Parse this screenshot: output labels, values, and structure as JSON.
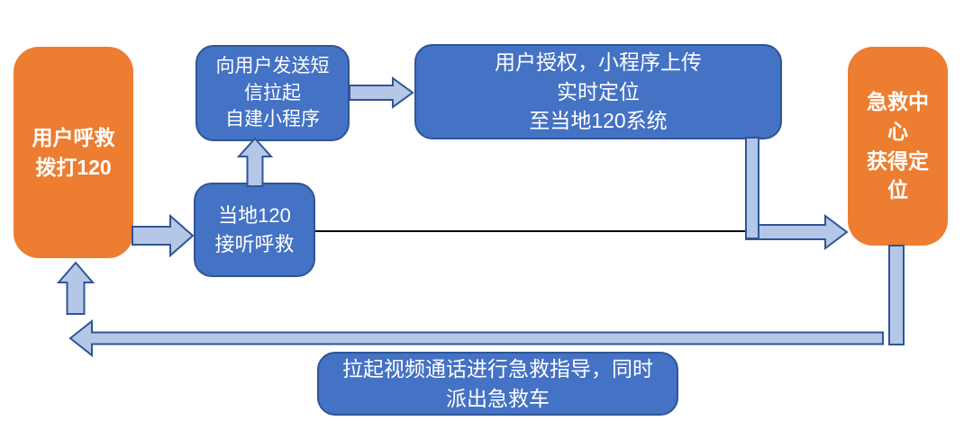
{
  "colors": {
    "node_orange": "#ED7D31",
    "node_blue": "#4472C4",
    "node_blue_border": "#2F5597",
    "arrow_fill": "#B4C7E7",
    "arrow_border": "#2F5597",
    "connector_line": "#000000",
    "text": "#FFFFFF"
  },
  "nodes": {
    "user_call": {
      "label": "用户呼救\n拨打120"
    },
    "send_sms": {
      "label": "向用户发送短\n信拉起\n自建小程序"
    },
    "authorize": {
      "label": "用户授权，小程序上传\n实时定位\n至当地120系统"
    },
    "center": {
      "label": "急救中\n心\n获得定\n位"
    },
    "local120": {
      "label": "当地120\n接听呼救"
    },
    "video": {
      "label": "拉起视频通话进行急救指导，同时\n派出急救车"
    }
  }
}
